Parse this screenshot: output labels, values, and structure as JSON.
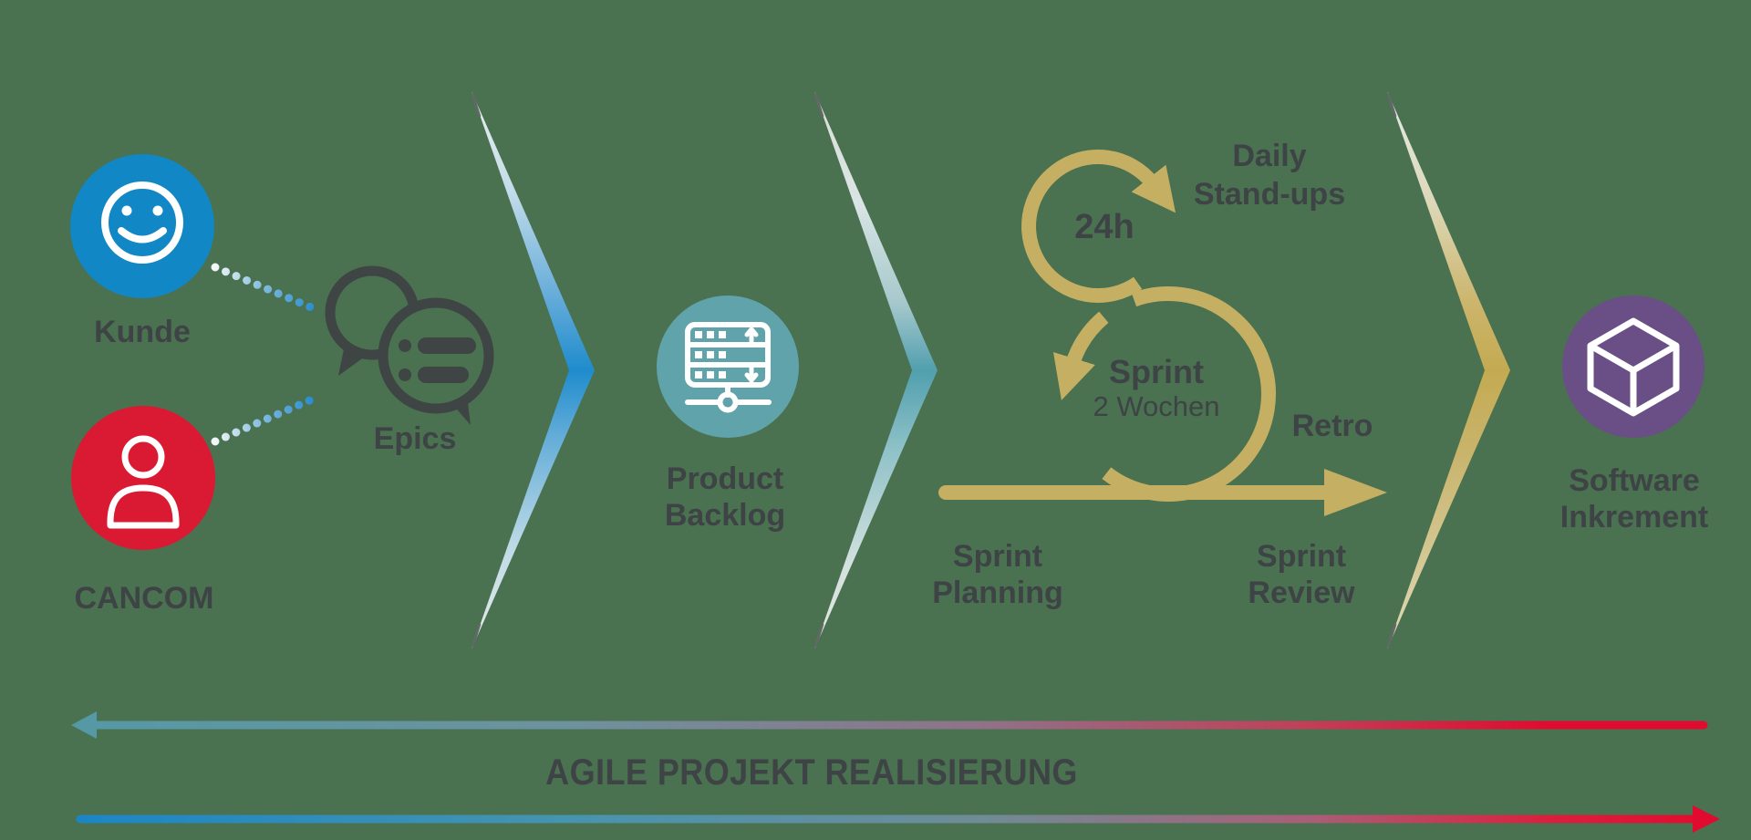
{
  "canvas": {
    "background": "#4a7150"
  },
  "actors": {
    "kunde": {
      "label": "Kunde",
      "circle_color": "#1287c5",
      "icon": "smiley-icon"
    },
    "cancom": {
      "label": "CANCOM",
      "circle_color": "#da1a32",
      "icon": "person-icon"
    }
  },
  "flow": {
    "epics": {
      "label": "Epics",
      "icon": "chat-bubbles-icon",
      "icon_color": "#3f4444"
    },
    "product_backlog": {
      "line1": "Product",
      "line2": "Backlog",
      "circle_color": "#61a3ab",
      "icon": "server-icon"
    },
    "sprint": {
      "interval": "24h",
      "daily_line1": "Daily",
      "daily_line2": "Stand-ups",
      "name": "Sprint",
      "duration": "2 Wochen",
      "retro": "Retro",
      "planning_line1": "Sprint",
      "planning_line2": "Planning",
      "review_line1": "Sprint",
      "review_line2": "Review",
      "loop_color": "#c5af63"
    },
    "increment": {
      "line1": "Software",
      "line2": "Inkrement",
      "circle_color": "#6a4e86",
      "icon": "cube-icon"
    }
  },
  "footer": {
    "caption": "AGILE PROJEKT REALISIERUNG"
  },
  "colors": {
    "text": "#3e4345",
    "chevron_blue": "#1f8ccd",
    "chevron_teal": "#519fae",
    "chevron_gold": "#c3aa52",
    "arrow_top_left": "#5599a5",
    "arrow_bottom_left": "#1c86c5",
    "arrow_right": "#e10b2f",
    "dotted_line_blue": "#288ccf"
  }
}
